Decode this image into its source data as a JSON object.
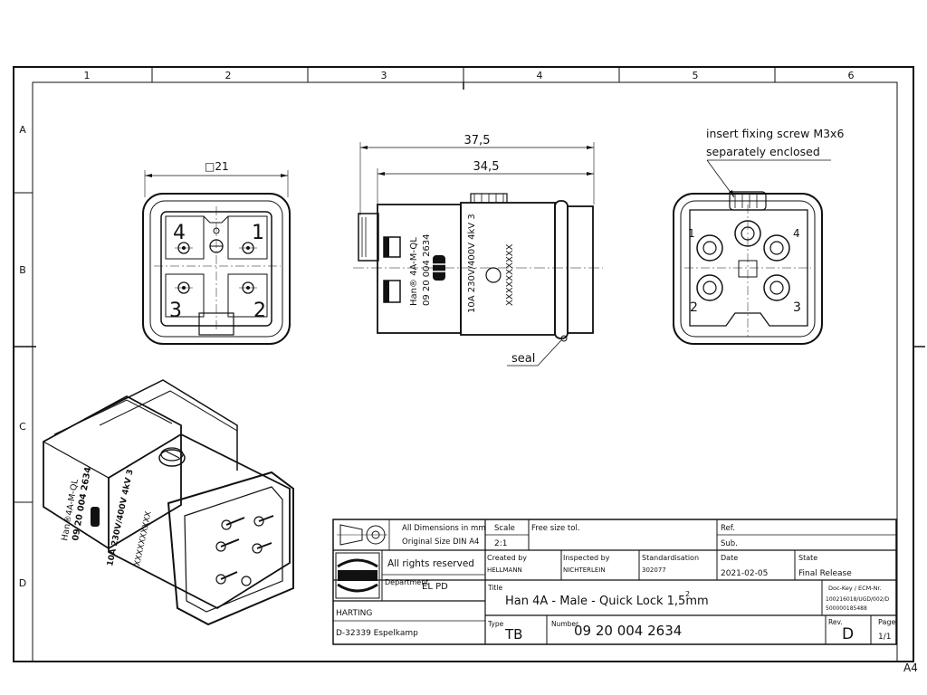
{
  "sheet": {
    "zone_columns": [
      "1",
      "2",
      "3",
      "4",
      "5",
      "6"
    ],
    "zone_rows": [
      "A",
      "B",
      "C",
      "D"
    ],
    "format_label": "A4"
  },
  "front_view": {
    "dimension_label": "□21",
    "contact_numbers": [
      "4",
      "1",
      "3",
      "2"
    ]
  },
  "side_view": {
    "dim_overall": "37,5",
    "dim_body": "34,5",
    "markings": [
      "Han® 4A-M-QL",
      "09 20 004 2634",
      "10A 230V/400V 4kV 3",
      "XXXXXXXXXX"
    ],
    "seal_label": "seal"
  },
  "back_view": {
    "note_line1": "insert fixing screw M3x6",
    "note_line2": "separately enclosed",
    "terminal_numbers": [
      "1",
      "4",
      "2",
      "3"
    ]
  },
  "iso_view": {
    "markings": [
      "Han®4A-M-QL",
      "09 20 004 2634",
      "10A 230V/400V 4kV 3",
      "XXXXXXXXXX"
    ]
  },
  "title_block": {
    "dims_note_line1": "All Dimensions in mm",
    "dims_note_line2": "Original Size DIN A4",
    "scale_label": "Scale",
    "scale_value": "2:1",
    "tolerance_label": "Free size tol.",
    "ref_label": "Ref.",
    "sub_label": "Sub.",
    "rights": "All rights reserved",
    "logo_text": "HARTING",
    "created_label": "Created by",
    "created_value": "HELLMANN",
    "inspected_label": "Inspected by",
    "inspected_value": "NICHTERLEIN",
    "standardisation_label": "Standardisation",
    "standardisation_value": "302077",
    "date_label": "Date",
    "date_value": "2021-02-05",
    "state_label": "State",
    "state_value": "Final Release",
    "department_label": "Department",
    "department_value": "EL PD",
    "title_label": "Title",
    "title_value": "Han 4A - Male - Quick Lock   1,5mm",
    "title_sup": "2",
    "dockey_label": "Doc-Key / ECM-Nr.",
    "dockey_line1": "100216018/UGD/002/D",
    "dockey_line2": "500000185488",
    "company": "HARTING",
    "address": "D-32339 Espelkamp",
    "type_label": "Type",
    "type_value": "TB",
    "number_label": "Number",
    "number_value": "09 20 004 2634",
    "rev_label": "Rev.",
    "rev_value": "D",
    "page_label": "Page",
    "page_value": "1/1"
  }
}
